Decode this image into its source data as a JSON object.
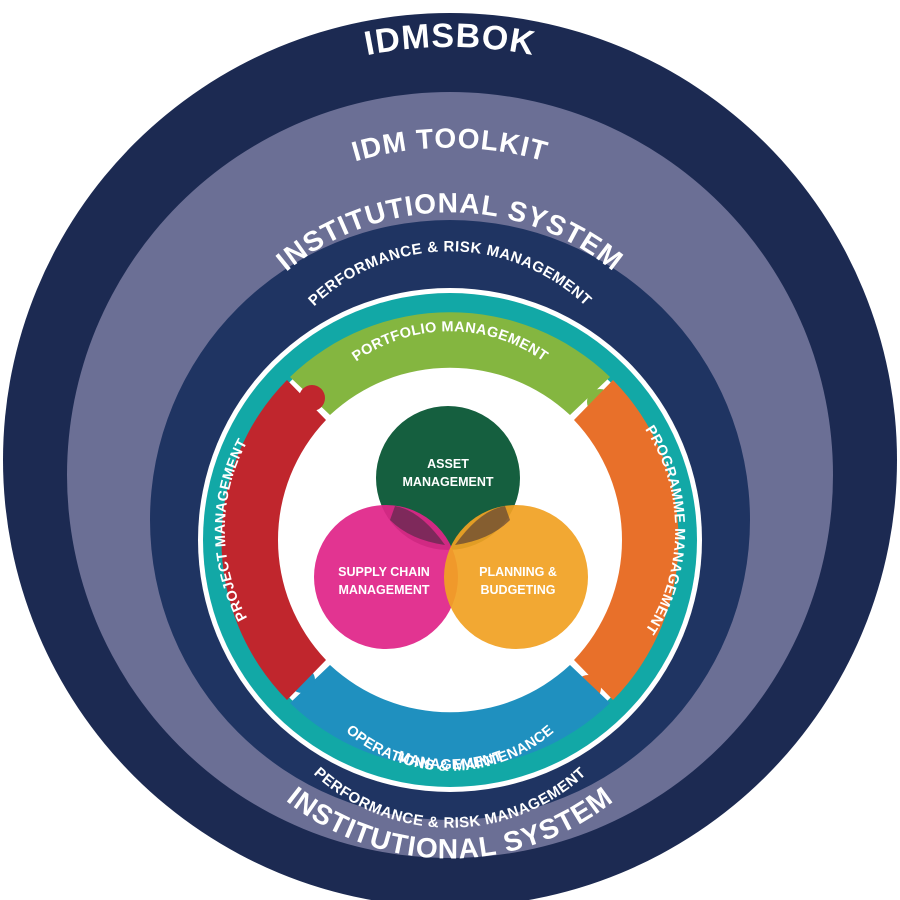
{
  "rings": {
    "outer": {
      "label": "IDMSBOK",
      "color": "#1c2a52"
    },
    "toolkit": {
      "label": "IDM TOOLKIT",
      "color": "#6b6f95"
    },
    "institutional": {
      "label_top": "INSTITUTIONAL SYSTEM",
      "label_bottom": "INSTITUTIONAL SYSTEM",
      "color": "#1f3462"
    },
    "performance": {
      "label_top": "PERFORMANCE & RISK MANAGEMENT",
      "label_bottom": "PERFORMANCE & RISK MANAGEMENT",
      "color": "#12a8a6"
    }
  },
  "segments": {
    "portfolio": {
      "label": "PORTFOLIO MANAGEMENT",
      "color": "#84b640"
    },
    "programme": {
      "label": "PROGRAMME MANAGEMENT",
      "color": "#e8702a"
    },
    "operations": {
      "line1": "OPERATIONS & MAINTENANCE",
      "line2": "MANAGEMENT",
      "color": "#1f90bf"
    },
    "project": {
      "label": "PROJECT MANAGEMENT",
      "color": "#c0262d"
    }
  },
  "circles": {
    "asset": {
      "line1": "ASSET",
      "line2": "MANAGEMENT",
      "color": "#155f3f"
    },
    "supply": {
      "line1": "SUPPLY CHAIN",
      "line2": "MANAGEMENT",
      "color": "#e02589"
    },
    "planning": {
      "line1": "PLANNING &",
      "line2": "BUDGETING",
      "color": "#f1a123"
    }
  }
}
